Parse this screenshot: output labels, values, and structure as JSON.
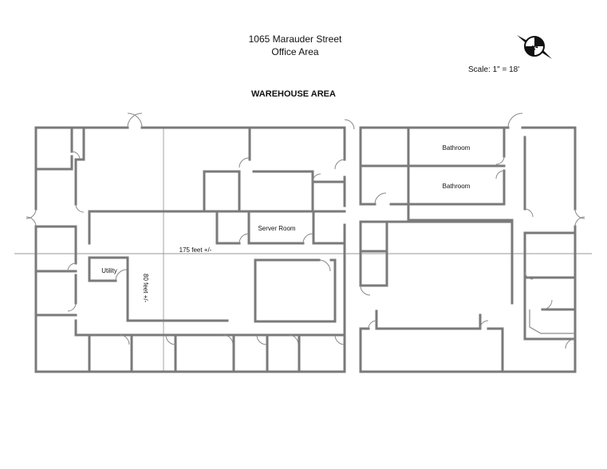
{
  "header": {
    "address": "1065 Marauder Street",
    "subtitle": "Office Area",
    "scale": "Scale: 1\" = 18'",
    "area_title": "WAREHOUSE AREA",
    "compass_letter": "N"
  },
  "rooms": {
    "bathroom_1": "Bathroom",
    "bathroom_2": "Bathroom",
    "server_room": "Server Room",
    "utility": "Utility"
  },
  "dimensions": {
    "length": "175 feet +/-",
    "width": "80 feet +/-"
  },
  "colors": {
    "wall": "#7a7a7a",
    "dimension_line": "#9a9a9a"
  }
}
